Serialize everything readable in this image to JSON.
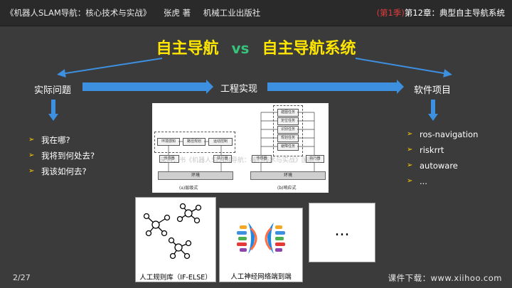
{
  "header": {
    "book_title": "《机器人SLAM导航：核心技术与实战》",
    "author": "张虎 著",
    "publisher": "机械工业出版社",
    "season": "(第1季)",
    "chapter": "第12章：典型自主导航系统"
  },
  "headline": {
    "left": "自主导航",
    "vs": "vs",
    "right": "自主导航系统"
  },
  "flow": {
    "left_label": "实际问题",
    "center_label": "工程实现",
    "right_label": "软件项目"
  },
  "questions": [
    "我在哪?",
    "我将到何处去?",
    "我该如何去?"
  ],
  "projects": [
    "ros-navigation",
    "riskrrt",
    "autoware",
    "..."
  ],
  "figure": {
    "left_boxes": [
      "环境感知",
      "路径规划",
      "运动控制"
    ],
    "left_sensor": "传感器",
    "left_actuator": "执行器",
    "left_env": "环境",
    "left_caption": "(a)层级式",
    "right_tasks": [
      "建图任务",
      "定位任务",
      "识别任务",
      "规划任务",
      "避障任务"
    ],
    "right_sensor": "传感器",
    "right_actuator": "执行器",
    "right_env": "环境",
    "right_caption": "(b)响应式",
    "watermark": "来自：书《机器人SLAM导航：核心技术与实战》国际互"
  },
  "cards": {
    "rules_caption": "人工规则库（IF-ELSE）",
    "nn_caption": "人工神经网络端到端",
    "more_label": "..."
  },
  "footer": {
    "page": "2/27",
    "courseware": "课件下载：www.xiihoo.com"
  },
  "colors": {
    "accent_yellow": "#ffe600",
    "vs_green": "#37c27a",
    "arrow_blue": "#3d8fe0",
    "season_red": "#e03c3c"
  }
}
